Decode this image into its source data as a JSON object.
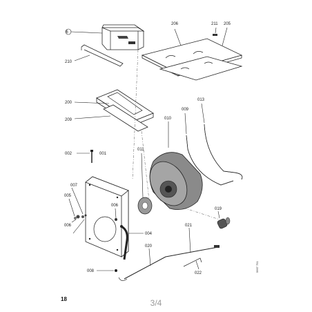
{
  "diagram": {
    "parts": {
      "p206": "206",
      "p211": "211",
      "p205": "205",
      "p6": "6",
      "p210": "210",
      "p200": "200",
      "p209": "209",
      "p009": "009",
      "p013": "013",
      "p010": "010",
      "p002": "002",
      "p001": "001",
      "p011": "011",
      "p007": "007",
      "p005": "005",
      "p006a": "006",
      "p006b": "006",
      "p019": "019",
      "p004": "004",
      "p021": "021",
      "p020": "020",
      "p008": "008",
      "p022": "022"
    },
    "doc_code": "5667 751"
  },
  "footer": {
    "page_number": "18",
    "page_indicator": "3/4"
  }
}
